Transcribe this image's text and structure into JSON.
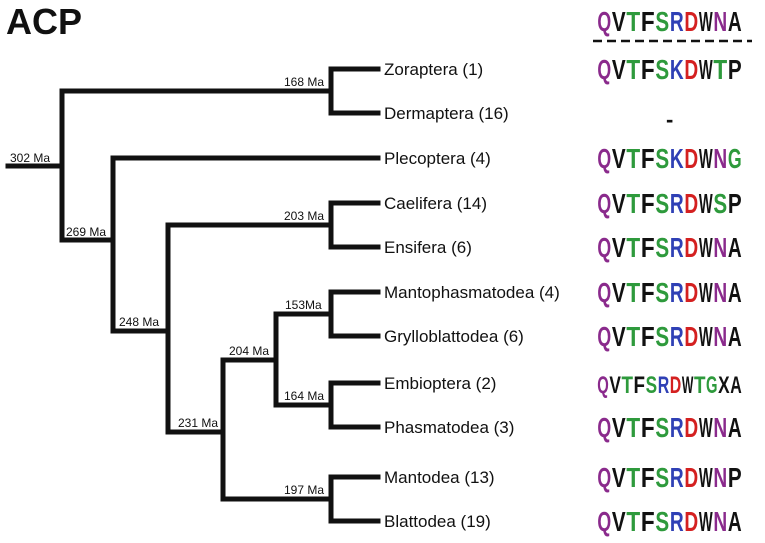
{
  "title": "ACP",
  "colors": {
    "Q": "#8a2a8c",
    "V": "#111111",
    "T": "#2e9a3c",
    "F": "#111111",
    "S": "#2e9a3c",
    "R": "#2f40b5",
    "K": "#2f40b5",
    "D": "#d42020",
    "W": "#111111",
    "N": "#8a2a8c",
    "A": "#111111",
    "P": "#111111",
    "G": "#2e9a3c",
    "X": "#111111"
  },
  "consensus": "QVTFSRDWNA",
  "taxa": [
    {
      "name": "Zoraptera (1)",
      "logo": "QVTFSKDWTP"
    },
    {
      "name": "Dermaptera (16)",
      "logo": "-"
    },
    {
      "name": "Plecoptera (4)",
      "logo": "QVTFSKDWNG"
    },
    {
      "name": "Caelifera (14)",
      "logo": "QVTFSRDWSP"
    },
    {
      "name": "Ensifera (6)",
      "logo": "QVTFSRDWNA"
    },
    {
      "name": "Mantophasmatodea (4)",
      "logo": "QVTFSRDWNA"
    },
    {
      "name": "Grylloblattodea (6)",
      "logo": "QVTFSRDWNA"
    },
    {
      "name": "Embioptera (2)",
      "logo": "QVTFSRDWTGXA"
    },
    {
      "name": "Phasmatodea (3)",
      "logo": "QVTFSRDWNA"
    },
    {
      "name": "Mantodea (13)",
      "logo": "QVTFSRDWNP"
    },
    {
      "name": "Blattodea (19)",
      "logo": "QVTFSRDWNA"
    }
  ],
  "nodes": {
    "root": "302 Ma",
    "n269": "269 Ma",
    "n248": "248 Ma",
    "n231": "231 Ma",
    "n204": "204 Ma",
    "n168": "168 Ma",
    "n203": "203 Ma",
    "n153": "153Ma",
    "n164": "164 Ma",
    "n197": "197 Ma"
  }
}
